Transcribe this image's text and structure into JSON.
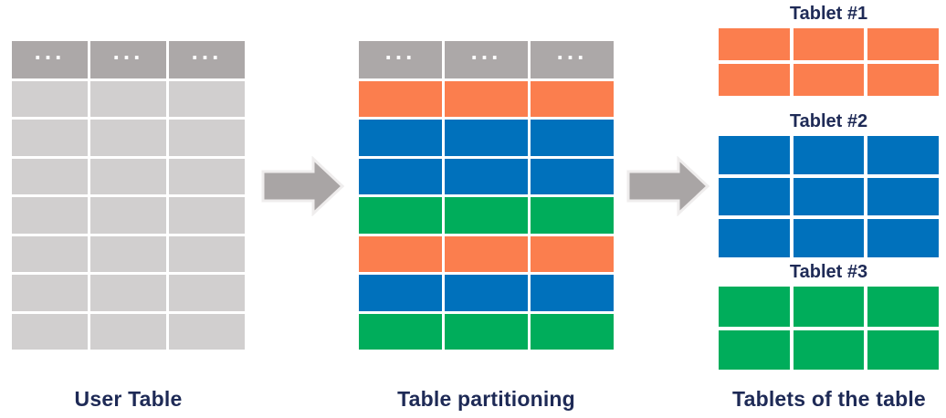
{
  "colors": {
    "background": "#FFFFFF",
    "header_gray": "#ACA8A8",
    "row_gray": "#D1CFCF",
    "orange": "#FB7E4E",
    "blue": "#0071BC",
    "green": "#00AD5B",
    "arrow_gray": "#A9A5A5",
    "arrow_outline": "#EFEDED",
    "label_navy": "#1E2A56"
  },
  "user_table": {
    "label": "User Table",
    "columns": 3,
    "header_cells": [
      "...",
      "...",
      "..."
    ],
    "body_row_colors": [
      "row_gray",
      "row_gray",
      "row_gray",
      "row_gray",
      "row_gray",
      "row_gray",
      "row_gray"
    ]
  },
  "partitioned_table": {
    "label": "Table partitioning",
    "columns": 3,
    "header_cells": [
      "...",
      "...",
      "..."
    ],
    "body_row_colors": [
      "orange",
      "blue",
      "blue",
      "green",
      "orange",
      "blue",
      "green"
    ]
  },
  "tablets": {
    "label": "Tablets of the table",
    "items": [
      {
        "title": "Tablet #1",
        "color": "orange",
        "rows": 2,
        "columns": 3
      },
      {
        "title": "Tablet #2",
        "color": "blue",
        "rows": 3,
        "columns": 3
      },
      {
        "title": "Tablet #3",
        "color": "green",
        "rows": 2,
        "columns": 3
      }
    ]
  }
}
